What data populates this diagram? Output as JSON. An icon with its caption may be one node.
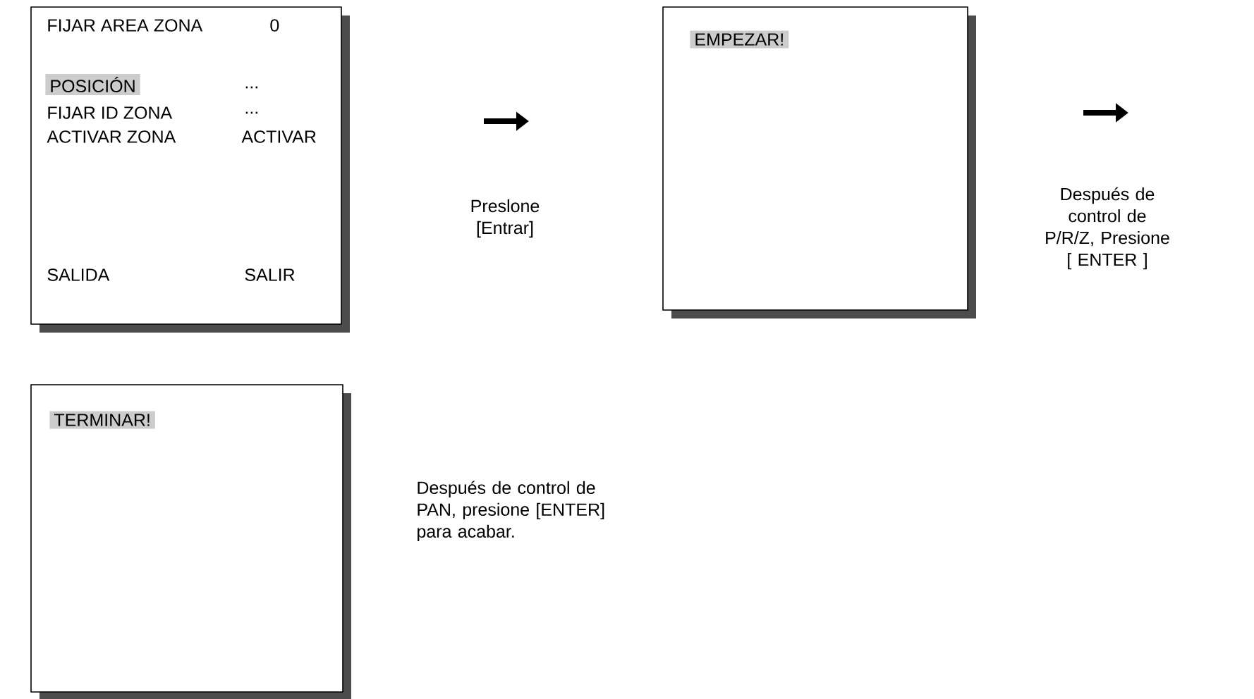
{
  "diagram": {
    "nodes": [
      {
        "text": [
          "FIJAR AREA ZONA",
          "0",
          "POSICIÓN",
          "...",
          "FIJAR ID ZONA",
          "...",
          "ACTIVAR ZONA",
          "ACTIVAR",
          "SALIDA",
          "SALIR"
        ]
      },
      {
        "text": [
          "EMPEZAR!"
        ]
      },
      {
        "text": [
          "TERMINAR!"
        ]
      }
    ],
    "labels": [
      "Preslone [Entrar]",
      "Después de control de P/R/Z, Presione [ ENTER ]",
      "Después de control de PAN, presione [ENTER] para acabar."
    ]
  }
}
